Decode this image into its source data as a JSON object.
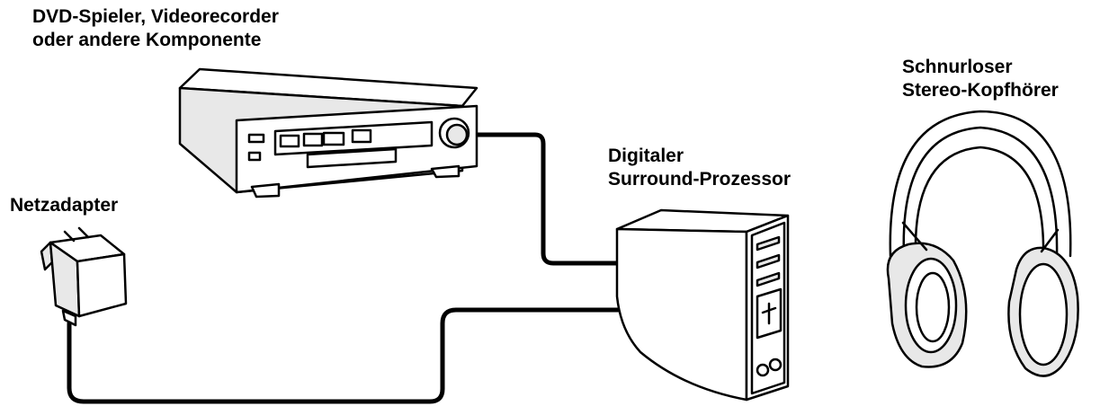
{
  "labels": {
    "source": {
      "line1": "DVD-Spieler, Videorecorder",
      "line2": "oder andere Komponente"
    },
    "adapter": {
      "line1": "Netzadapter"
    },
    "processor": {
      "line1": "Digitaler",
      "line2": "Surround-Prozessor"
    },
    "headphones": {
      "line1": "Schnurloser",
      "line2": "Stereo-Kopfhörer"
    }
  },
  "colors": {
    "line": "#000000",
    "fill": "#ffffff",
    "shade": "#e8e8e8"
  }
}
